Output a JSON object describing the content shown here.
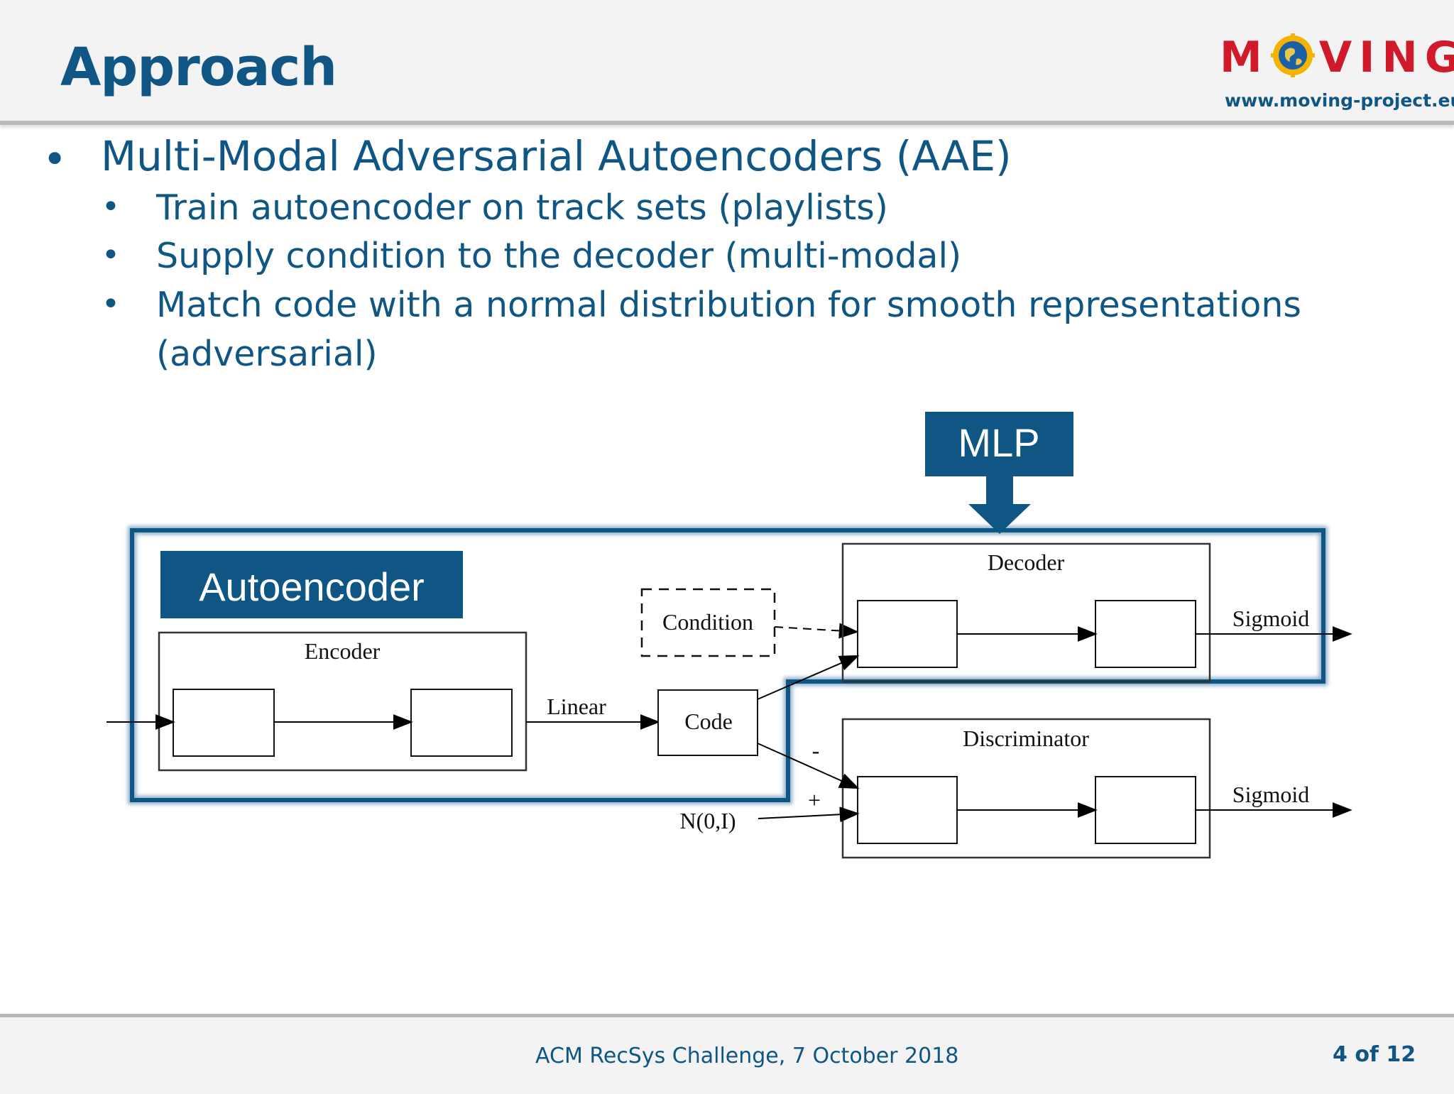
{
  "slide": {
    "title": "Approach",
    "logo_text": "MOVING",
    "logo_url": "www.moving-project.eu",
    "footer": "ACM RecSys Challenge, 7 October 2018",
    "page": "4 of 12"
  },
  "bullets": {
    "main": "Multi-Modal Adversarial Autoencoders (AAE)",
    "sub": [
      "Train autoencoder on track sets (playlists)",
      "Supply condition to the decoder (multi-modal)",
      "Match code with a normal distribution for smooth representations",
      "(adversarial)"
    ]
  },
  "diagram": {
    "autoencoder_label": "Autoencoder",
    "mlp_label": "MLP",
    "encoder_label": "Encoder",
    "decoder_label": "Decoder",
    "discriminator_label": "Discriminator",
    "condition_label": "Condition",
    "code_label": "Code",
    "linear_label": "Linear",
    "sigmoid_decoder_label": "Sigmoid",
    "sigmoid_discriminator_label": "Sigmoid",
    "noise_label": "N(0,I)",
    "minus_label": "-",
    "plus_label": "+",
    "colors": {
      "accent_blue": "#0f5684",
      "logo_red": "#d01a2a"
    }
  }
}
